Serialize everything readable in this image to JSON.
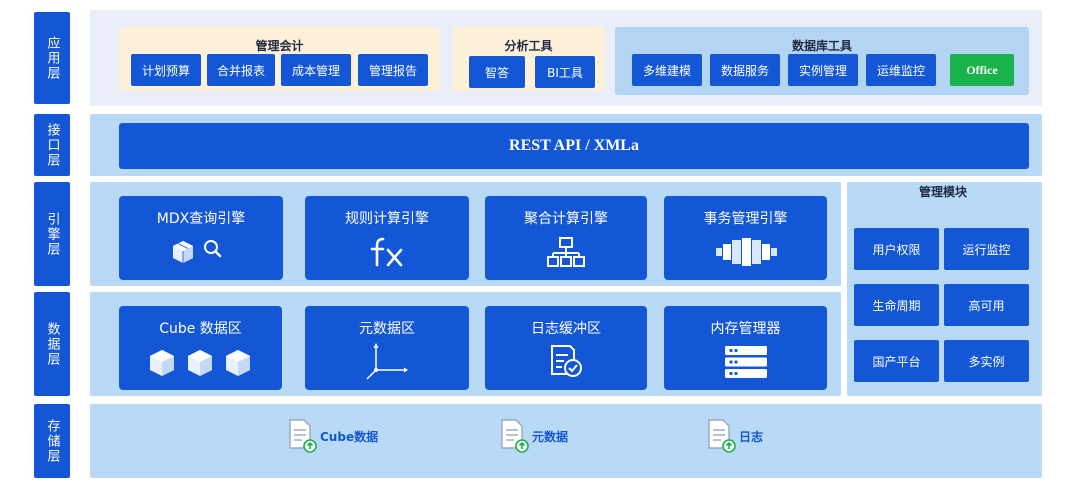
{
  "layers": {
    "app": "应用层",
    "interface": "接口层",
    "engine": "引擎层",
    "data": "数据层",
    "storage": "存储层"
  },
  "app": {
    "mgmt_accounting": {
      "title": "管理会计",
      "items": [
        "计划预算",
        "合并报表",
        "成本管理",
        "管理报告"
      ]
    },
    "analysis_tools": {
      "title": "分析工具",
      "items": [
        "智答",
        "BI工具"
      ]
    },
    "db_tools": {
      "title": "数据库工具",
      "items": [
        "多维建模",
        "数据服务",
        "实例管理",
        "运维监控",
        "Office"
      ]
    }
  },
  "interface": {
    "api": "REST API / XMLa"
  },
  "engine": {
    "cards": [
      {
        "title": "MDX查询引擎",
        "icon": "cube-search-icon"
      },
      {
        "title": "规则计算引擎",
        "icon": "fx-icon"
      },
      {
        "title": "聚合计算引擎",
        "icon": "hierarchy-icon"
      },
      {
        "title": "事务管理引擎",
        "icon": "cluster-icon"
      }
    ]
  },
  "data_layer": {
    "cards": [
      {
        "title": "Cube 数据区",
        "icon": "cubes-icon"
      },
      {
        "title": "元数据区",
        "icon": "axes-icon"
      },
      {
        "title": "日志缓冲区",
        "icon": "log-check-icon"
      },
      {
        "title": "内存管理器",
        "icon": "server-icon"
      }
    ]
  },
  "management": {
    "title": "管理模块",
    "items": [
      "用户权限",
      "运行监控",
      "生命周期",
      "高可用",
      "国产平台",
      "多实例"
    ]
  },
  "storage": {
    "items": [
      "Cube数据",
      "元数据",
      "日志"
    ]
  },
  "colors": {
    "primary": "#1457d6",
    "band": "#b9daf6",
    "accent_green": "#1ab24a",
    "app_panel": "#fdf0d8",
    "app_panel_blue": "#b3d4f3"
  }
}
